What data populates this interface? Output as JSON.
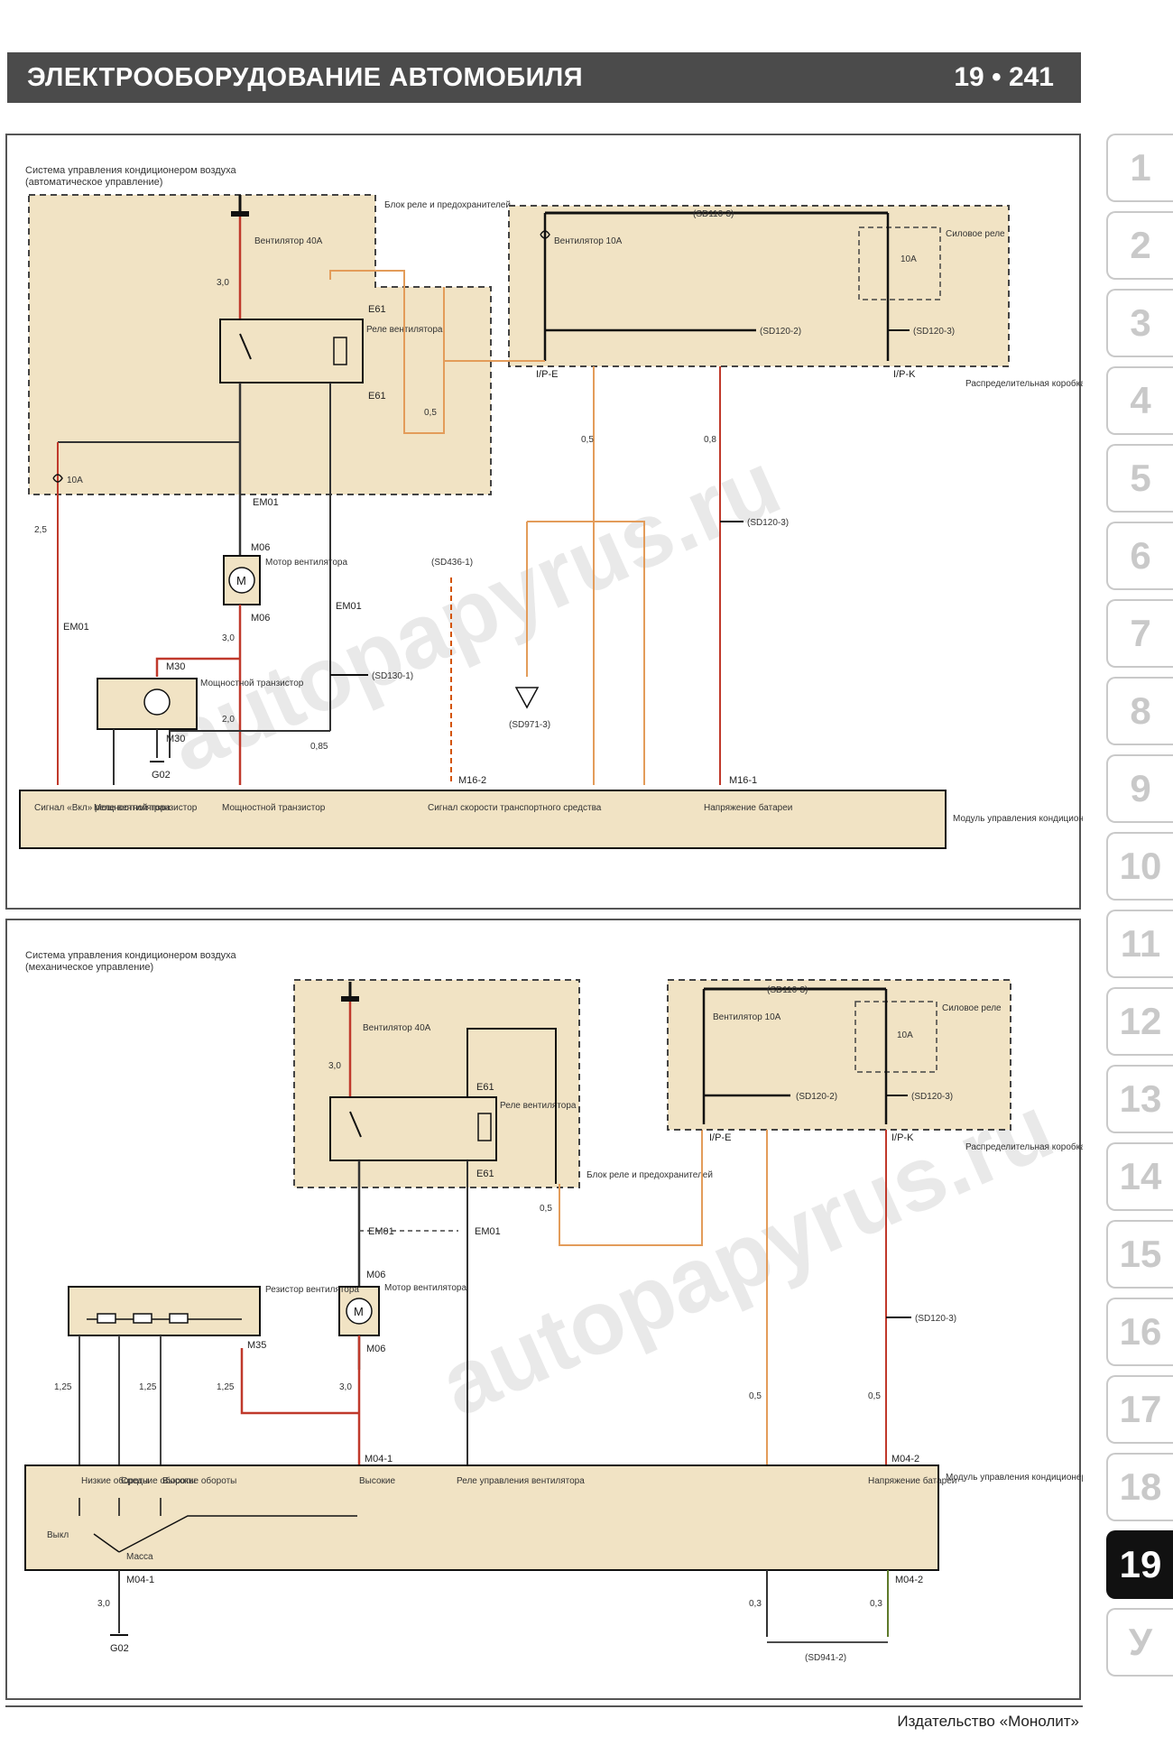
{
  "header": {
    "title": "ЭЛЕКТРООБОРУДОВАНИЕ АВТОМОБИЛЯ",
    "chapter": "19",
    "bullet": "•",
    "page": "241"
  },
  "tabs": [
    "1",
    "2",
    "3",
    "4",
    "5",
    "6",
    "7",
    "8",
    "9",
    "10",
    "11",
    "12",
    "13",
    "14",
    "15",
    "16",
    "17",
    "18",
    "19",
    "У"
  ],
  "active_tab": "19",
  "diagram_top": {
    "title_line1": "Система управления кондиционером воздуха",
    "title_line2": "(автоматическое управление)",
    "relay_block_label": "Блок реле и предохранителей",
    "fuse_fan_40a": "Вентилятор 40A",
    "relay_label": "Реле вентилятора",
    "fuse_fan_10a": "Вентилятор 10A",
    "power_relay": "Силовое реле",
    "fuse_10a": "10A",
    "fuse_10a_left": "10A",
    "distribution_box": "Распределительная коробка",
    "motor_label": "Мотор вентилятора",
    "motor_symbol": "M",
    "power_transistor": "Мощностной транзистор",
    "module_label": "Модуль управления кондиционером воздуха",
    "refs": {
      "sd110": "(SD110-3)",
      "sd120_2": "(SD120-2)",
      "sd120_3": "(SD120-3)",
      "sd120_3b": "(SD120-3)",
      "sd436": "(SD436-1)",
      "sd130": "(SD130-1)",
      "sd971": "(SD971-3)"
    },
    "module_pins": [
      "Сигнал «Вкл» реле вентилятора",
      "Мощностной транзистор",
      "Мощностной транзистор",
      "Сигнал скорости транспортного средства",
      "Напряжение батареи"
    ],
    "connectors": {
      "e61": "E61",
      "em01": "EM01",
      "m06": "M06",
      "m30": "M30",
      "m16_2": "M16-2",
      "m16_1": "M16-1",
      "ipe": "I/P-E",
      "ipk": "I/P-K",
      "g02": "G02"
    },
    "wires": {
      "w30": "3,0",
      "w25": "2,5",
      "w05": "0,5",
      "w08": "0,8",
      "w20": "2,0",
      "w085": "0,85"
    }
  },
  "diagram_bottom": {
    "title_line1": "Система управления кондиционером воздуха",
    "title_line2": "(механическое управление)",
    "relay_block_label": "Блок реле и предохранителей",
    "fuse_fan_40a": "Вентилятор 40A",
    "relay_label": "Реле вентилятора",
    "fuse_fan_10a": "Вентилятор 10A",
    "power_relay": "Силовое реле",
    "fuse_10a": "10A",
    "distribution_box": "Распределительная коробка",
    "resistor_label": "Резистор вентилятора",
    "motor_label": "Мотор вентилятора",
    "motor_symbol": "M",
    "module_label": "Модуль управления кондиционером воздуха",
    "switch_pins": [
      "Низкие обороты",
      "Средние обороты",
      "Высокие обороты",
      "Высокие",
      "Реле управления вентилятора",
      "Напряжение батареи"
    ],
    "switch_on": "Выкл",
    "switch_mass": "Масса",
    "refs": {
      "sd110": "(SD110-3)",
      "sd120_2": "(SD120-2)",
      "sd120_3": "(SD120-3)",
      "sd120_3b": "(SD120-3)",
      "sd941": "(SD941-2)"
    },
    "connectors": {
      "e61": "E61",
      "em01": "EM01",
      "m06": "M06",
      "m35": "M35",
      "m04_1": "M04-1",
      "m04_2": "M04-2",
      "ipe": "I/P-E",
      "ipk": "I/P-K",
      "g02": "G02"
    },
    "wires": {
      "w30": "3,0",
      "w05": "0,5",
      "w125": "1,25",
      "w03": "0,3"
    }
  },
  "watermark": "autopapyrus.ru",
  "footer": "Издательство «Монолит»"
}
